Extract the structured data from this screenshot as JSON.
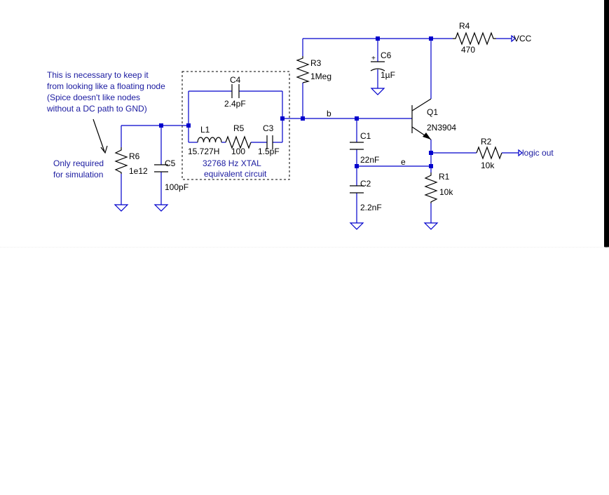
{
  "colors": {
    "wire": "#0000cc",
    "component": "#000000",
    "note": "#1a1aa0",
    "background": "#ffffff"
  },
  "schematic": {
    "components": {
      "r4": {
        "name": "R4",
        "value": "470"
      },
      "r3": {
        "name": "R3",
        "value": "1Meg"
      },
      "c6": {
        "name": "C6",
        "value": "1µF",
        "polarity": "+"
      },
      "q1": {
        "name": "Q1",
        "value": "2N3904"
      },
      "r2": {
        "name": "R2",
        "value": "10k"
      },
      "r1": {
        "name": "R1",
        "value": "10k"
      },
      "c1": {
        "name": "C1",
        "value": "22nF"
      },
      "c2": {
        "name": "C2",
        "value": "2.2nF"
      },
      "c4": {
        "name": "C4",
        "value": "2.4pF"
      },
      "l1": {
        "name": "L1",
        "value": "15.727H"
      },
      "r5": {
        "name": "R5",
        "value": "100"
      },
      "c3": {
        "name": "C3",
        "value": "1.5pF"
      },
      "r6": {
        "name": "R6",
        "value": "1e12"
      },
      "c5": {
        "name": "C5",
        "value": "100pF"
      }
    },
    "net_labels": {
      "vcc": "VCC",
      "logic_out": "logic out",
      "b": "b",
      "e": "e"
    },
    "xtal_box": {
      "line1": "32768 Hz XTAL",
      "line2": "equivalent circuit"
    },
    "notes": {
      "floating": [
        "This is necessary to keep it",
        "from looking like a floating node",
        "(Spice doesn't like nodes",
        "without a DC path to GND)"
      ],
      "simulation": [
        "Only required",
        "for simulation"
      ]
    }
  }
}
